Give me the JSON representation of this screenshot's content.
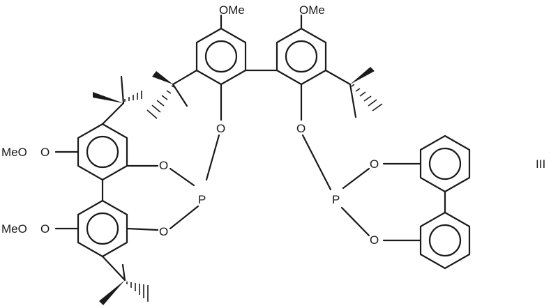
{
  "compound_label": "III",
  "groups": {
    "methoxy_top_left": "OMe",
    "methoxy_top_right": "OMe",
    "methoxy_left_upper": "MeO",
    "methoxy_left_lower": "MeO"
  },
  "atoms": {
    "phosphorus_left": "P",
    "phosphorus_right": "P",
    "oxygen_bridge_left": "O",
    "oxygen_bridge_right": "O",
    "oxygen_left_upper": "O",
    "oxygen_left_lower": "O",
    "oxygen_right_upper": "O",
    "oxygen_right_lower": "O",
    "methoxy_oxygen_left_upper": "O",
    "methoxy_oxygen_left_lower": "O"
  }
}
